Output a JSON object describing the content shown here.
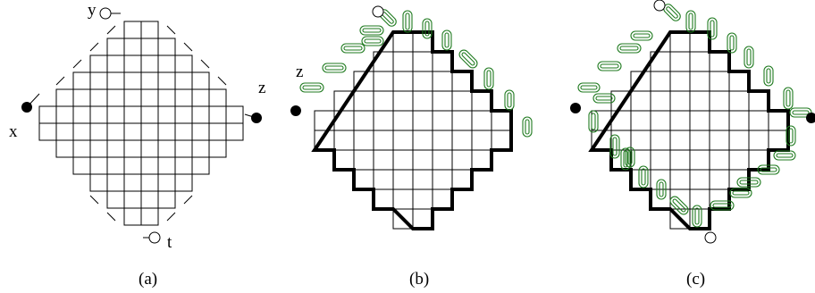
{
  "colors": {
    "line": "#000000",
    "dimer": "#1f7a1f",
    "background": "#ffffff"
  },
  "panel_a": {
    "label_x": "x",
    "label_y": "y",
    "label_z": "z",
    "label_t": "t",
    "caption": "(a)"
  },
  "panel_b": {
    "label_z": "z",
    "caption": "(b)"
  },
  "panel_c": {
    "caption": "(c)"
  }
}
